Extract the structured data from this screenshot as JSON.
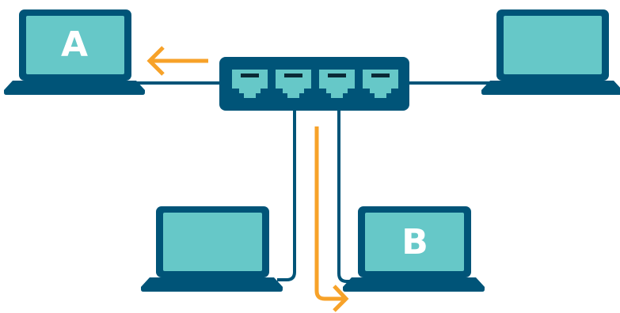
{
  "colors": {
    "navy": "#005478",
    "teal": "#66c8c8",
    "orange": "#f7a229",
    "background": "#ffffff"
  },
  "laptops": [
    {
      "id": "top-left",
      "label": "A"
    },
    {
      "id": "top-right",
      "label": ""
    },
    {
      "id": "bottom-left",
      "label": ""
    },
    {
      "id": "bottom-right",
      "label": "B"
    }
  ],
  "switch": {
    "port_count": 4,
    "icon": "network-switch-icon"
  },
  "arrows": [
    {
      "name": "arrow-to-a",
      "direction": "left"
    },
    {
      "name": "arrow-down-to-b",
      "direction": "down-right"
    }
  ]
}
